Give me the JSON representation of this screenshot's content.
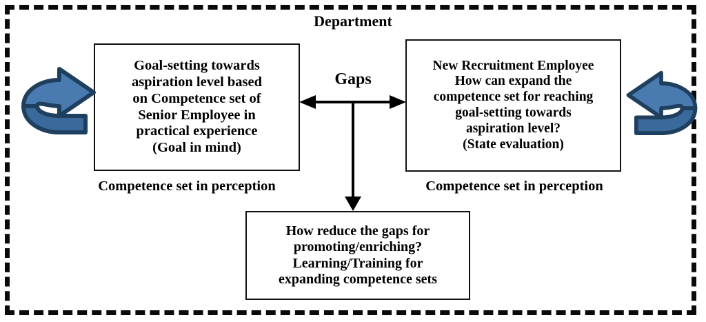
{
  "diagram": {
    "frame": {
      "name": "Department boundary",
      "title": "Department",
      "border_style": "dashed",
      "border_color": "#0a0a0a"
    },
    "palette": {
      "arrow_fill_light": "#4A7BB0",
      "arrow_fill_dark": "#3A6A9B",
      "arrow_outline": "#1F3F5E",
      "box_border": "#111111",
      "text": "#000000",
      "background": "#ffffff"
    },
    "nodes": [
      {
        "id": "goal-setting",
        "text": "Goal-setting towards\naspiration level based\non Competence set of\nSenior Employee in\npractical experience\n(Goal in mind)",
        "caption": "Competence set in perception"
      },
      {
        "id": "new-recruit",
        "text": "New Recruitment Employee\nHow can expand the\ncompetence set for reaching\ngoal-setting towards\naspiration level?\n(State evaluation)",
        "caption": "Competence set in perception"
      },
      {
        "id": "reduce-gaps",
        "text": "How reduce the gaps for\npromoting/enriching?\nLearning/Training for\nexpanding competence sets",
        "caption": ""
      }
    ],
    "connectors": [
      {
        "id": "gaps-connector",
        "label": "Gaps",
        "from": "goal-setting",
        "to": "new-recruit",
        "style": "double-headed-horizontal-arrow"
      },
      {
        "id": "down-connector",
        "label": "",
        "from": "gaps-connector",
        "to": "reduce-gaps",
        "style": "single-headed-down-arrow"
      }
    ],
    "decorations": [
      {
        "id": "circular-arrow-left",
        "icon": "circular-arrow-icon",
        "direction": "right"
      },
      {
        "id": "circular-arrow-right",
        "icon": "circular-arrow-icon",
        "direction": "left"
      }
    ]
  }
}
